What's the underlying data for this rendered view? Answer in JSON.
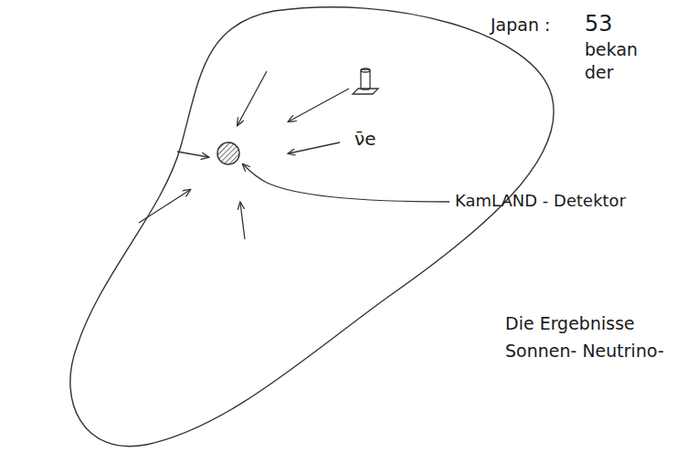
{
  "diagram": {
    "labels": [
      "Japan :",
      "53",
      "bekan",
      "der",
      "ν̄e",
      "KamLAND - Detektor",
      "Die Ergebnisse",
      "Sonnen- Neutrino-"
    ]
  }
}
